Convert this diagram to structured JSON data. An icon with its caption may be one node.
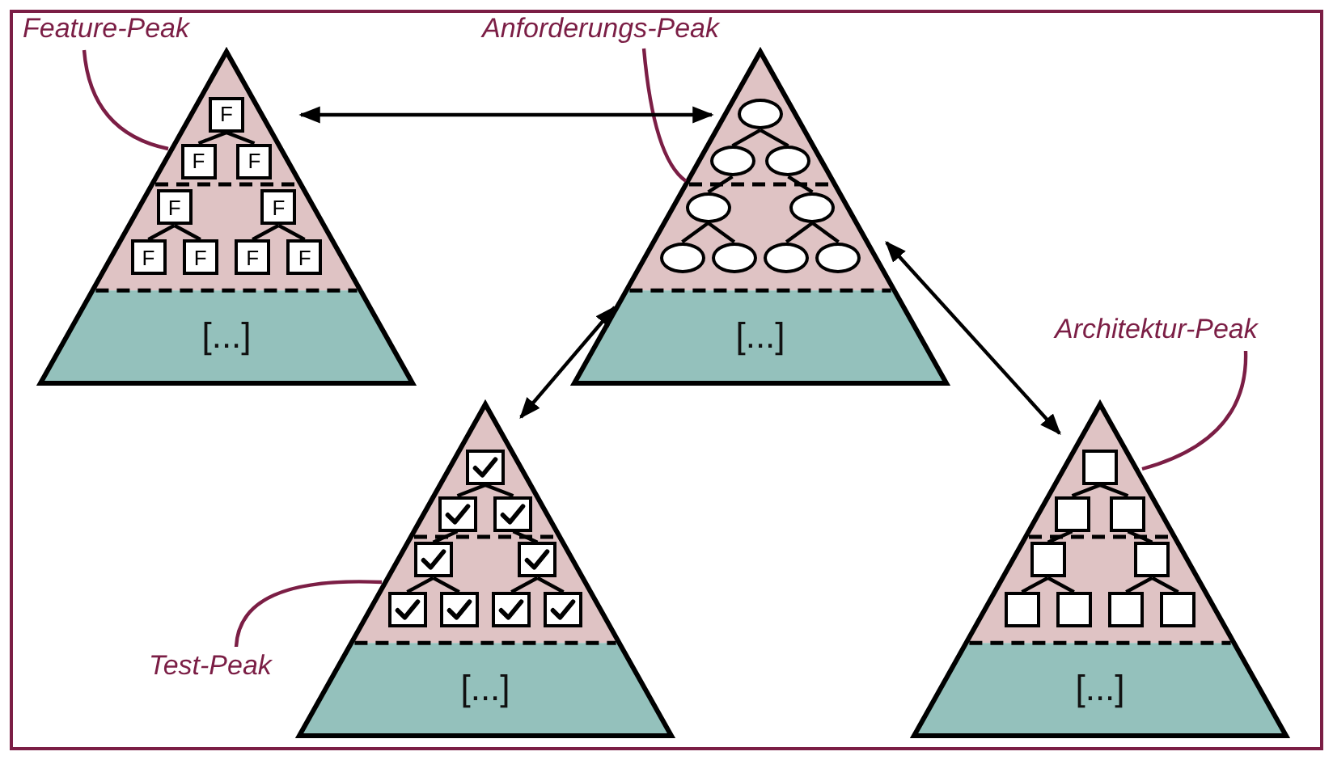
{
  "diagram": {
    "nodes": [
      {
        "text": [
          "Feature-Peak"
        ]
      },
      {
        "text": [
          "[...]"
        ]
      },
      {
        "text": [
          "F"
        ],
        "in": 1
      },
      {
        "text": [
          "F"
        ],
        "in": 1
      },
      {
        "text": [
          "F"
        ],
        "in": 1
      },
      {
        "text": [
          "F"
        ],
        "in": 1
      },
      {
        "text": [
          "F"
        ],
        "in": 1
      },
      {
        "text": [
          "F"
        ],
        "in": 1
      },
      {
        "text": [
          "F"
        ],
        "in": 1
      },
      {
        "text": [
          "F"
        ],
        "in": 1
      },
      {
        "text": [
          "F"
        ],
        "in": 1
      },
      {
        "text": [
          "Anforderungs-Peak"
        ]
      },
      {
        "text": [
          "[...]"
        ]
      },
      {
        "text": [],
        "shape": "ellipse",
        "in": 12
      },
      {
        "text": [],
        "shape": "ellipse",
        "in": 12
      },
      {
        "text": [],
        "shape": "ellipse",
        "in": 12
      },
      {
        "text": [],
        "shape": "ellipse",
        "in": 12
      },
      {
        "text": [],
        "shape": "ellipse",
        "in": 12
      },
      {
        "text": [],
        "shape": "ellipse",
        "in": 12
      },
      {
        "text": [],
        "shape": "ellipse",
        "in": 12
      },
      {
        "text": [],
        "shape": "ellipse",
        "in": 12
      },
      {
        "text": [],
        "shape": "ellipse",
        "in": 12
      },
      {
        "text": [
          "Architektur-Peak"
        ]
      },
      {
        "text": [
          "[...]"
        ]
      },
      {
        "text": [],
        "shape": "box",
        "in": 23
      },
      {
        "text": [],
        "shape": "box",
        "in": 23
      },
      {
        "text": [],
        "shape": "box",
        "in": 23
      },
      {
        "text": [],
        "shape": "box",
        "in": 23
      },
      {
        "text": [],
        "shape": "box",
        "in": 23
      },
      {
        "text": [],
        "shape": "box",
        "in": 23
      },
      {
        "text": [],
        "shape": "box",
        "in": 23
      },
      {
        "text": [],
        "shape": "box",
        "in": 23
      },
      {
        "text": [],
        "shape": "box",
        "in": 23
      },
      {
        "text": [
          "[...]"
        ]
      },
      {
        "text": [],
        "shape": "checkbox",
        "in": 33
      },
      {
        "text": [],
        "shape": "checkbox",
        "in": 33
      },
      {
        "text": [],
        "shape": "checkbox",
        "in": 33
      },
      {
        "text": [],
        "shape": "checkbox",
        "in": 33
      },
      {
        "text": [],
        "shape": "checkbox",
        "in": 33
      },
      {
        "text": [],
        "shape": "checkbox",
        "in": 33
      },
      {
        "text": [],
        "shape": "checkbox",
        "in": 33
      },
      {
        "text": [],
        "shape": "checkbox",
        "in": 33
      },
      {
        "text": [],
        "shape": "checkbox",
        "in": 33
      },
      {
        "text": [
          "Test-Peak"
        ]
      }
    ],
    "edges": [
      {
        "from": 0,
        "to": 1,
        "arrow": "none",
        "color": "#7b1e45"
      },
      {
        "from": 11,
        "to": 12,
        "arrow": "none",
        "color": "#7b1e45"
      },
      {
        "from": 22,
        "to": 23,
        "arrow": "none",
        "color": "#7b1e45"
      },
      {
        "from": 43,
        "to": 33,
        "arrow": "none",
        "color": "#7b1e45"
      },
      {
        "from": 1,
        "to": 12,
        "arrow": "both"
      },
      {
        "from": 33,
        "to": 12,
        "arrow": "both"
      },
      {
        "from": 12,
        "to": 23,
        "arrow": "both"
      },
      {
        "from": 2,
        "to": 3,
        "arrow": "none"
      },
      {
        "from": 2,
        "to": 4,
        "arrow": "none"
      },
      {
        "from": 5,
        "to": 7,
        "arrow": "none"
      },
      {
        "from": 5,
        "to": 8,
        "arrow": "none"
      },
      {
        "from": 6,
        "to": 9,
        "arrow": "none"
      },
      {
        "from": 6,
        "to": 10,
        "arrow": "none"
      },
      {
        "from": 13,
        "to": 14,
        "arrow": "none"
      },
      {
        "from": 13,
        "to": 15,
        "arrow": "none"
      },
      {
        "from": 14,
        "to": 16,
        "arrow": "none"
      },
      {
        "from": 15,
        "to": 17,
        "arrow": "none"
      },
      {
        "from": 16,
        "to": 18,
        "arrow": "none"
      },
      {
        "from": 16,
        "to": 19,
        "arrow": "none"
      },
      {
        "from": 17,
        "to": 20,
        "arrow": "none"
      },
      {
        "from": 17,
        "to": 21,
        "arrow": "none"
      },
      {
        "from": 24,
        "to": 25,
        "arrow": "none"
      },
      {
        "from": 24,
        "to": 26,
        "arrow": "none"
      },
      {
        "from": 25,
        "to": 27,
        "arrow": "none"
      },
      {
        "from": 26,
        "to": 28,
        "arrow": "none"
      },
      {
        "from": 27,
        "to": 29,
        "arrow": "none"
      },
      {
        "from": 27,
        "to": 30,
        "arrow": "none"
      },
      {
        "from": 28,
        "to": 31,
        "arrow": "none"
      },
      {
        "from": 28,
        "to": 32,
        "arrow": "none"
      },
      {
        "from": 34,
        "to": 35,
        "arrow": "none"
      },
      {
        "from": 34,
        "to": 36,
        "arrow": "none"
      },
      {
        "from": 35,
        "to": 37,
        "arrow": "none"
      },
      {
        "from": 36,
        "to": 38,
        "arrow": "none"
      },
      {
        "from": 37,
        "to": 39,
        "arrow": "none"
      },
      {
        "from": 37,
        "to": 40,
        "arrow": "none"
      },
      {
        "from": 38,
        "to": 41,
        "arrow": "none"
      },
      {
        "from": 38,
        "to": 42,
        "arrow": "none"
      }
    ]
  }
}
